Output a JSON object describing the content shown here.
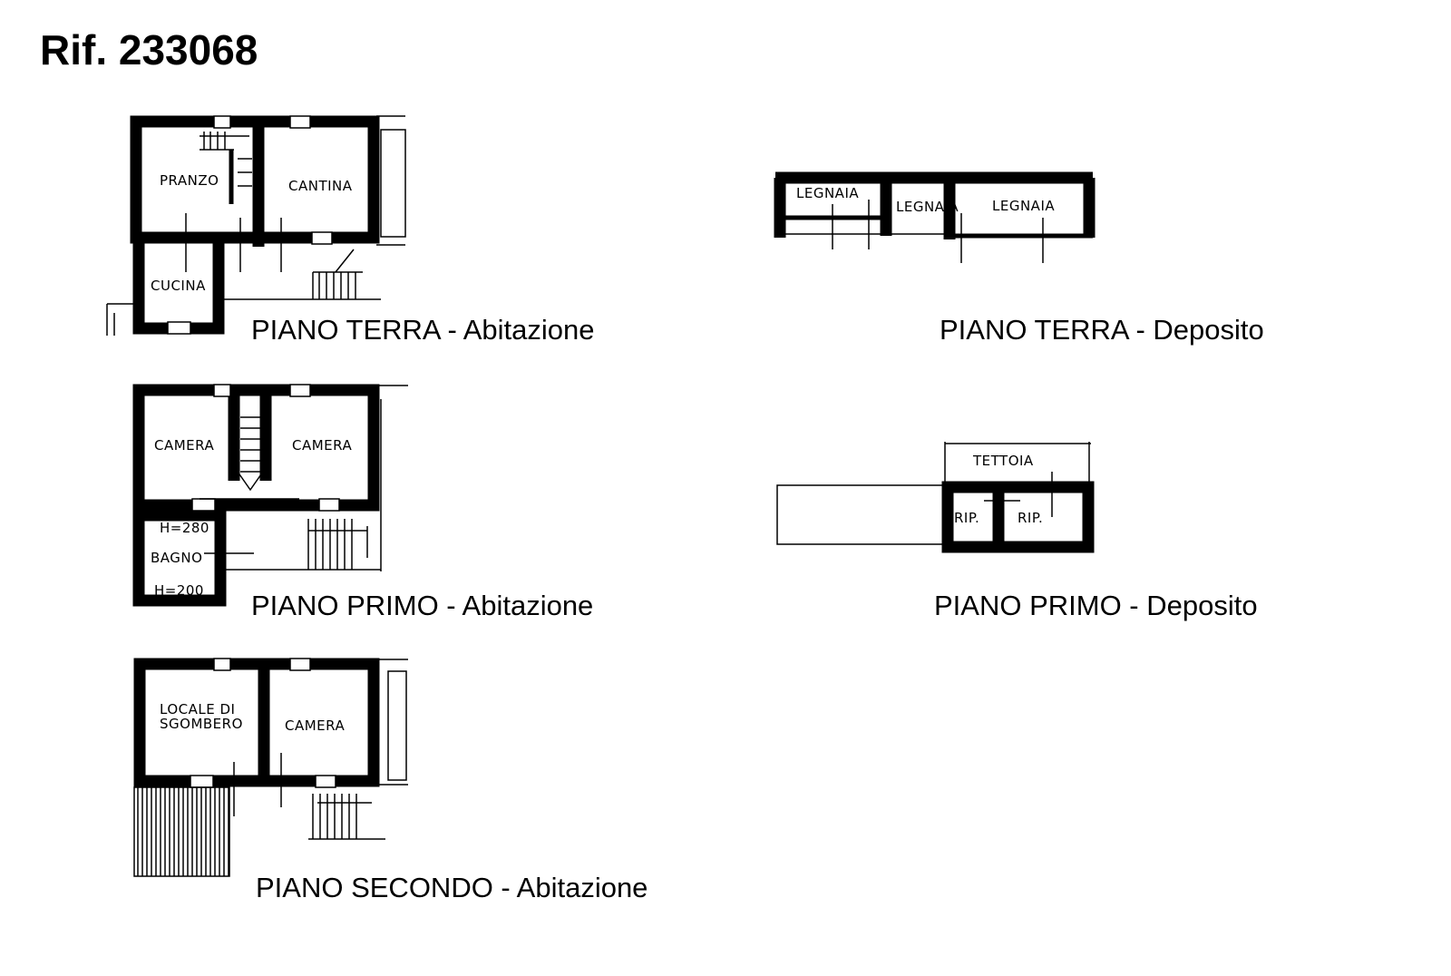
{
  "title": "Rif. 233068",
  "plans": {
    "terra_abitazione": {
      "caption": "PIANO TERRA - Abitazione",
      "rooms": [
        "PRANZO",
        "CANTINA",
        "CUCINA"
      ]
    },
    "primo_abitazione": {
      "caption": "PIANO PRIMO - Abitazione",
      "rooms": [
        "CAMERA",
        "CAMERA",
        "BAGNO"
      ],
      "heights": [
        "H=280",
        "H=200"
      ]
    },
    "secondo_abitazione": {
      "caption": "PIANO SECONDO - Abitazione",
      "rooms": [
        "LOCALE DI",
        "SGOMBERO",
        "CAMERA"
      ]
    },
    "terra_deposito": {
      "caption": "PIANO TERRA - Deposito",
      "rooms": [
        "LEGNAIA",
        "LEGNAIA",
        "LEGNAIA"
      ]
    },
    "primo_deposito": {
      "caption": "PIANO PRIMO - Deposito",
      "rooms": [
        "TETTOIA",
        "RIP.",
        "RIP."
      ]
    }
  }
}
